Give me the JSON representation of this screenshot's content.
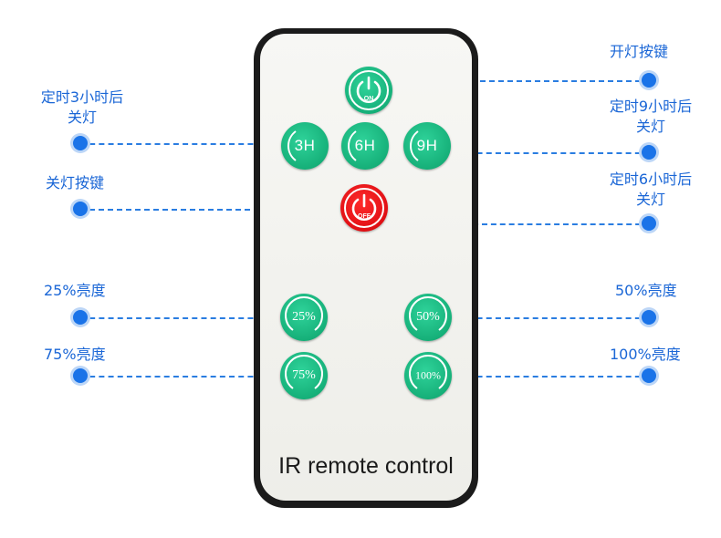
{
  "remote": {
    "label": "IR remote control",
    "buttons": {
      "on": "ON",
      "off": "OFF",
      "h3": "3H",
      "h6": "6H",
      "h9": "9H",
      "p25": "25%",
      "p50": "50%",
      "p75": "75%",
      "p100": "100%"
    }
  },
  "callouts": {
    "on_key": "开灯按键",
    "timer3_line1": "定时3小时后",
    "timer3_line2": "关灯",
    "timer9_line1": "定时9小时后",
    "timer9_line2": "关灯",
    "off_key": "关灯按键",
    "timer6_line1": "定时6小时后",
    "timer6_line2": "关灯",
    "b25": "25%亮度",
    "b50": "50%亮度",
    "b75": "75%亮度",
    "b100": "100%亮度"
  },
  "colors": {
    "accent_blue": "#1a73e8",
    "button_green": "#16b079",
    "button_red": "#e00f14"
  },
  "icons": [
    "power-icon"
  ]
}
